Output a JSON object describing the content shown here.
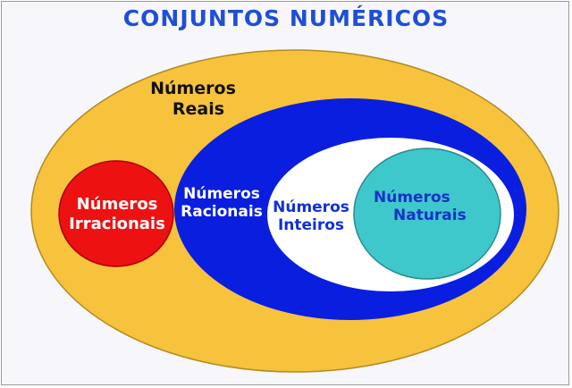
{
  "title": "CONJUNTOS NUMÉRICOS",
  "colors": {
    "reais": "#f7c23c",
    "racionais": "#0a1ee0",
    "inteiros": "#ffffff",
    "naturais": "#3ec8cc",
    "irracionais": "#ee1111",
    "title": "#1f4fd6"
  },
  "sets": {
    "reais": {
      "line1": "Números",
      "line2": "Reais"
    },
    "irracionais": {
      "line1": "Números",
      "line2": "Irracionais"
    },
    "racionais": {
      "line1": "Números",
      "line2": "Racionais"
    },
    "inteiros": {
      "line1": "Números",
      "line2": "Inteiros"
    },
    "naturais": {
      "line1": "Números",
      "line2": "Naturais"
    }
  }
}
